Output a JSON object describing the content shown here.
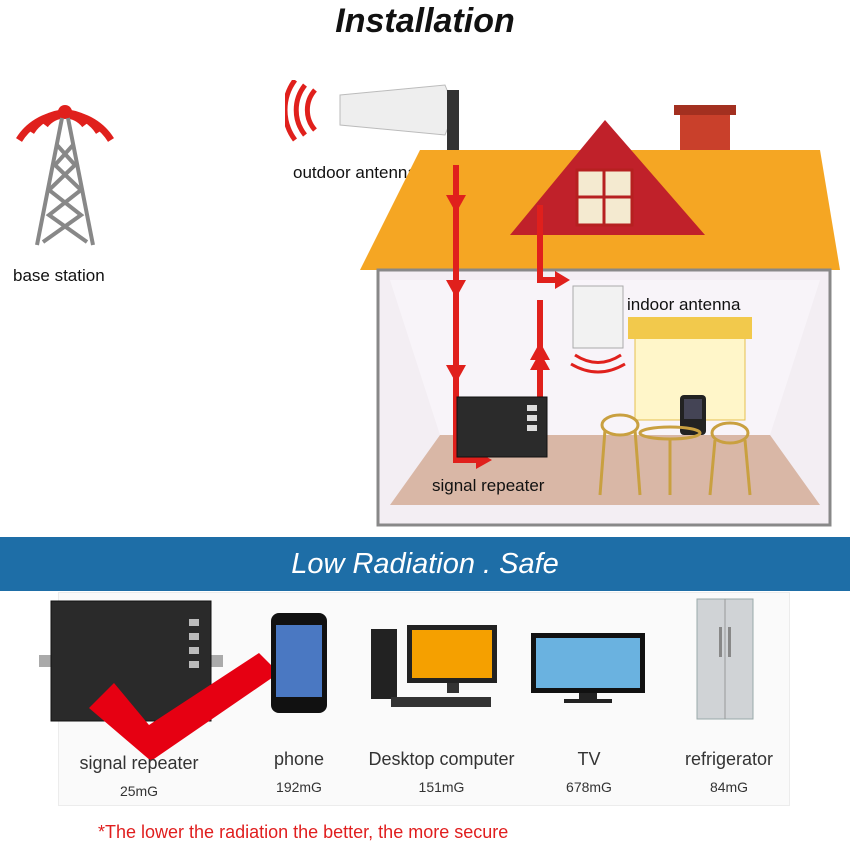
{
  "title": "Installation",
  "labels": {
    "base_station": "base station",
    "outdoor_antenna": "outdoor antenna",
    "indoor_antenna": "indoor antenna",
    "signal_repeater": "signal repeater"
  },
  "banner": "Low Radiation . Safe",
  "devices": [
    {
      "name": "signal repeater",
      "value": "25mG"
    },
    {
      "name": "phone",
      "value": "192mG"
    },
    {
      "name": "Desktop computer",
      "value": "151mG"
    },
    {
      "name": "TV",
      "value": "678mG"
    },
    {
      "name": "refrigerator",
      "value": "84mG"
    }
  ],
  "note_star": "*",
  "note": "The lower the radiation the better, the more secure",
  "colors": {
    "signal_red": "#e0201c",
    "roof": "#f5a623",
    "banner": "#1e6ea7"
  }
}
